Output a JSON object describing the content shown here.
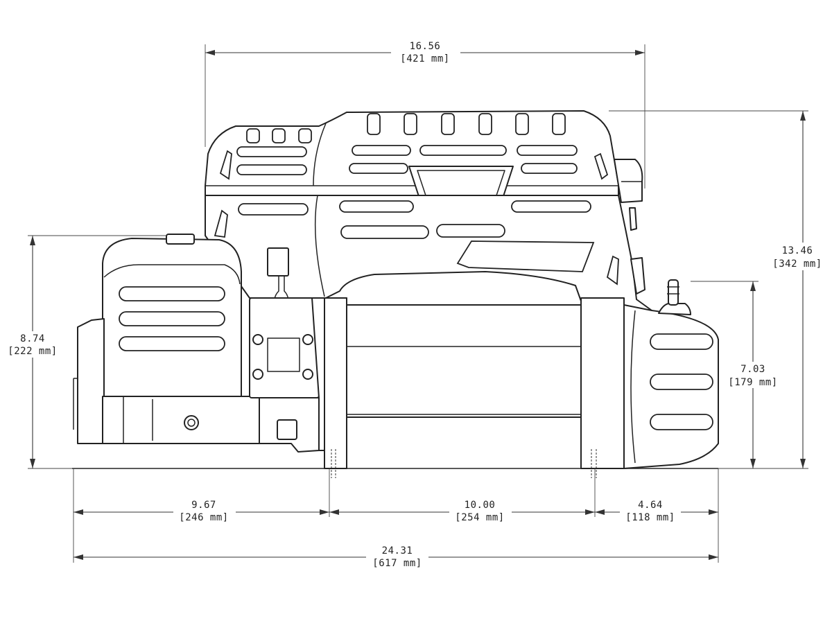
{
  "drawing": {
    "dimensions": [
      {
        "id": "overall-width-top",
        "value": "16.56",
        "metric": "[421 mm]"
      },
      {
        "id": "overall-height",
        "value": "13.46",
        "metric": "[342 mm]"
      },
      {
        "id": "motor-height",
        "value": "8.74",
        "metric": "[222 mm]"
      },
      {
        "id": "gearbox-height",
        "value": "7.03",
        "metric": "[179 mm]"
      },
      {
        "id": "left-offset",
        "value": "9.67",
        "metric": "[246 mm]"
      },
      {
        "id": "mount-spacing",
        "value": "10.00",
        "metric": "[254 mm]"
      },
      {
        "id": "right-offset",
        "value": "4.64",
        "metric": "[118 mm]"
      },
      {
        "id": "overall-length",
        "value": "24.31",
        "metric": "[617 mm]"
      }
    ]
  }
}
